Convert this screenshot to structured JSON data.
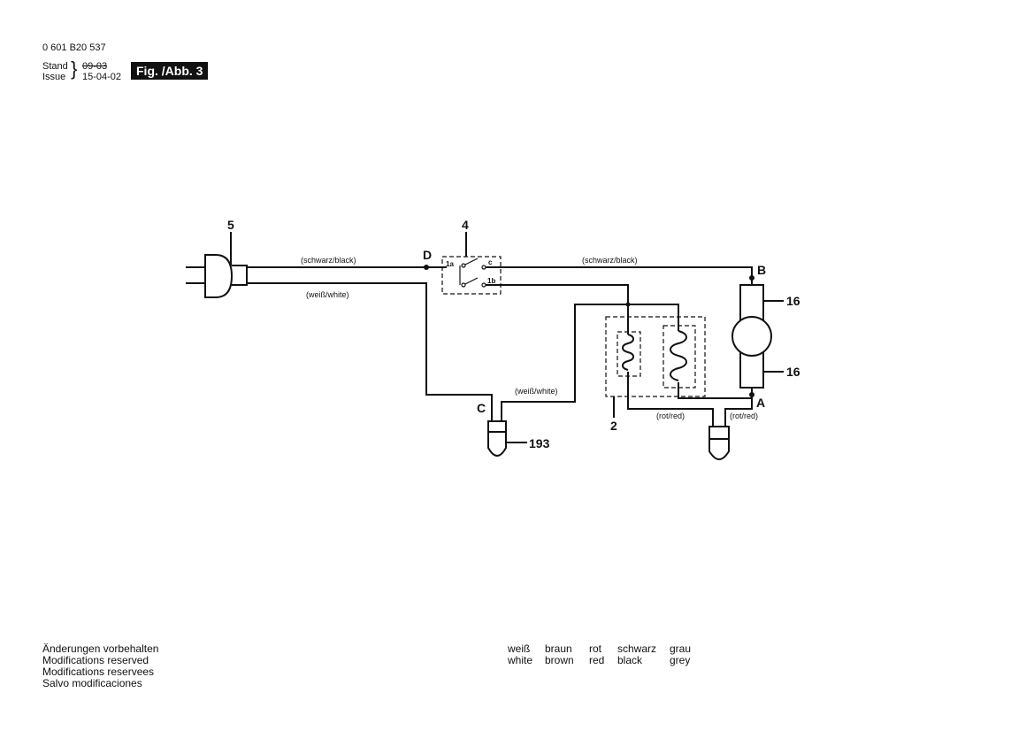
{
  "header": {
    "part_number": "0 601 B20 537",
    "stand_label": "Stand",
    "issue_label": "Issue",
    "old_date": "09-03",
    "new_date": "15-04-02",
    "figure_label": "Fig. /Abb. 3"
  },
  "diagram": {
    "components": {
      "plug": "5",
      "switch": "4",
      "field_coil": "2",
      "motor_top": "16",
      "motor_bottom": "16",
      "connector": "193"
    },
    "points": {
      "D": "D",
      "B": "B",
      "C": "C",
      "A": "A"
    },
    "switch_terminals": {
      "t1a": "1a",
      "tc": "c",
      "t1b": "1b"
    },
    "wire_labels": {
      "plug_to_D": "(schwarz/black)",
      "switch_to_B": "(schwarz/black)",
      "plug_neutral": "(weiß/white)",
      "C_to_coil": "(weiß/white)",
      "coil_red": "(rot/red)",
      "A_red": "(rot/red)"
    }
  },
  "footer": {
    "notes": [
      "Änderungen vorbehalten",
      "Modifications reserved",
      "Modifications reservees",
      "Salvo modificaciones"
    ],
    "color_legend": {
      "de": [
        "weiß",
        "braun",
        "rot",
        "schwarz",
        "grau"
      ],
      "en": [
        "white",
        "brown",
        "red",
        "black",
        "grey"
      ]
    }
  }
}
